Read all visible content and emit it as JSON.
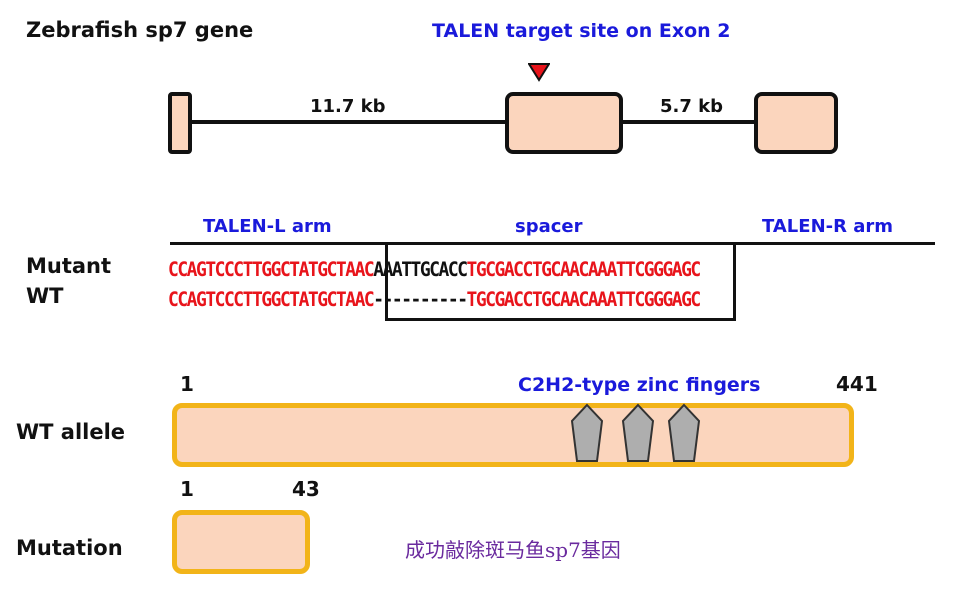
{
  "gene_title": "Zebrafish sp7 gene",
  "target_label": "TALEN target site on Exon 2",
  "intron1_length": "11.7 kb",
  "intron2_length": "5.7 kb",
  "talen_l_label": "TALEN-L arm",
  "spacer_label": "spacer",
  "talen_r_label": "TALEN-R arm",
  "row_label_mutant": "Mutant",
  "row_label_wt": "WT",
  "seq_mutant": {
    "left_arm": "CCAGTCCCTTGGCTAT",
    "spacer_start": "GCTAAC",
    "spacer_insert": "AAATTGCACC",
    "spacer_end": "TGCGACCTGC",
    "right_arm": "AACAAATTCGGGAGC"
  },
  "seq_wt": {
    "left_arm": "CCAGTCCCTTGGCTAT",
    "spacer_start": "GCTAAC",
    "spacer_gap": "----------",
    "spacer_end": "TGCGACCTGC",
    "right_arm": "AACAAATTCGGGAGC"
  },
  "protein": {
    "wt_start": "1",
    "wt_end": "441",
    "domain_label": "C2H2-type zinc fingers",
    "wt_row_label": "WT allele",
    "mut_start": "1",
    "mut_end": "43",
    "mut_row_label": "Mutation"
  },
  "caption": "成功敲除斑马鱼sp7基因",
  "colors": {
    "sequence_red": "#e8141b",
    "label_blue": "#1a1adb",
    "exon_fill": "#fbd5bd",
    "protein_border": "#f2b419",
    "zinc_finger": "#aeaeae",
    "marker_red": "#e8141b",
    "caption_purple": "#6a2a9e"
  }
}
